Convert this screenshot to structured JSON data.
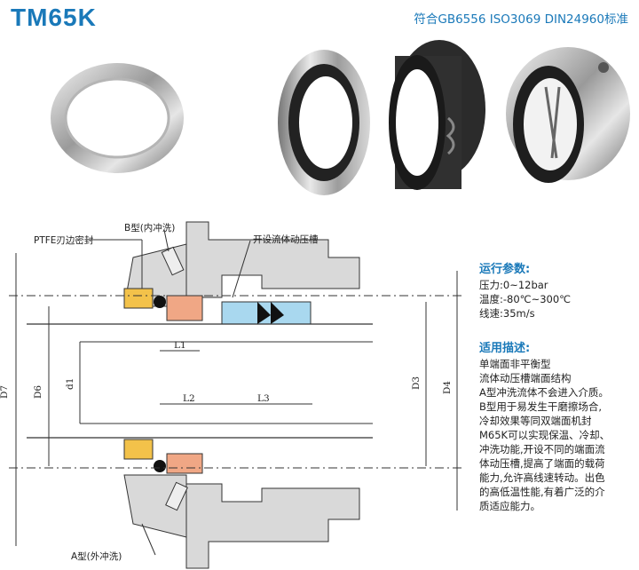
{
  "header": {
    "title": "TM65K",
    "standard": "符合GB6556 ISO3069 DIN24960标准"
  },
  "drawing": {
    "labels": {
      "ptfe": "PTFE刃边密封",
      "type_b": "B型(内冲洗)",
      "groove": "开设流体动压槽",
      "type_a": "A型(外冲洗)"
    },
    "dimensions": {
      "d7": "D7",
      "d6": "D6",
      "d1": "d1",
      "d3": "D3",
      "d4": "D4",
      "l1": "L1",
      "l2": "L2",
      "l3": "L3"
    }
  },
  "specs": {
    "operating_title": "运行参数:",
    "operating_lines": [
      "压力:0~12bar",
      "温度:-80℃~300℃",
      "线速:35m/s"
    ],
    "application_title": "适用描述:",
    "application_lines": [
      "单端面非平衡型",
      "流体动压槽端面结构",
      "A型冲洗流体不会进入介质。",
      "B型用于易发生干磨擦场合,",
      "冷却效果等同双端面机封",
      "M65K可以实现保温、冷却、",
      "冲洗功能,开设不同的端面流",
      "体动压槽,提高了端面的载荷",
      "能力,允许高线速转动。出色",
      "的高低温性能,有着广泛的介",
      "质适应能力。"
    ]
  },
  "colors": {
    "accent": "#1a79b9",
    "seat_orange": "#f0a785",
    "seal_yellow": "#f3c24a",
    "ring_blue": "#a9d8ef",
    "housing_gray": "#d9d9d9"
  }
}
